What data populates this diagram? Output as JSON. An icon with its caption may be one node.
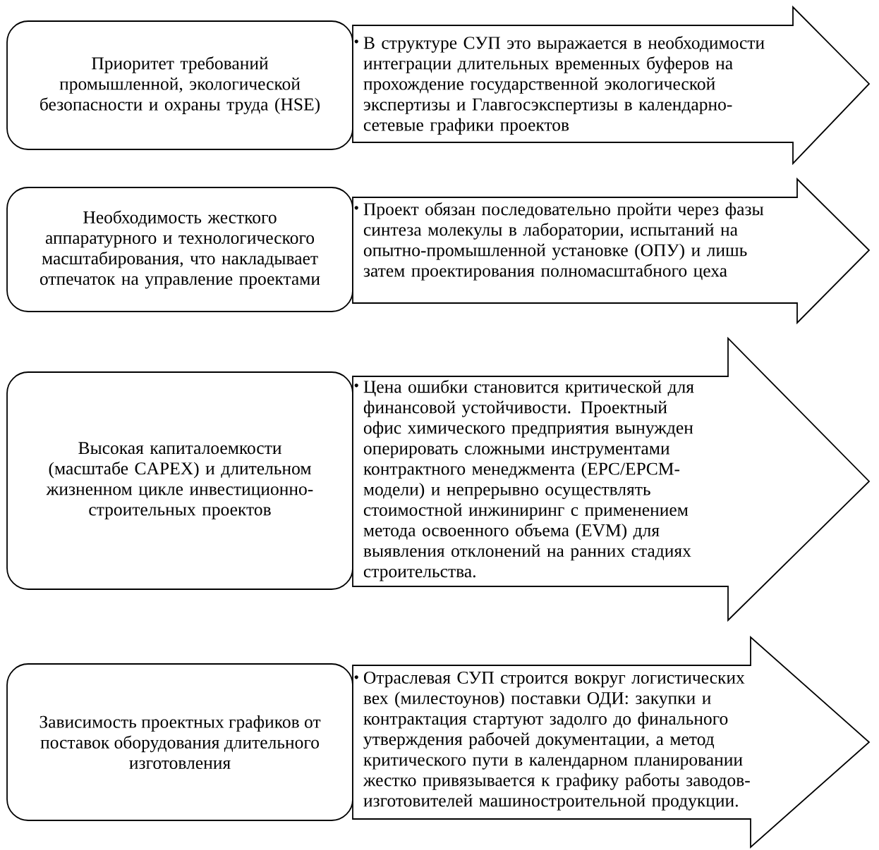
{
  "diagram": {
    "nodes": [
      {
        "text": [
          "Приоритет требований промышленной, экологической безопасности и охраны труда (HSE)"
        ]
      },
      {
        "text": [
          "В структуре СУП это выражается в необходимости интеграции длительных временных буферов на прохождение государственной экологической экспертизы и Главгосэкспертизы в календарно-сетевые графики проектов"
        ]
      },
      {
        "text": [
          "Необходимость жесткого аппаратурного и технологического масштабирования, что накладывает отпечаток на управление проектами"
        ]
      },
      {
        "text": [
          "Проект обязан последовательно пройти через фазы синтеза молекулы в лаборатории, испытаний на опытно-промышленной установке (ОПУ) и лишь затем проектирования полномасштабного цеха"
        ]
      },
      {
        "text": [
          "Высокая капиталоемкости (масштабе CAPEX) и длительном жизненном цикле инвестиционно-строительных проектов"
        ]
      },
      {
        "text": [
          "Цена ошибки становится критической для финансовой устойчивости. Проектный офис химического предприятия вынужден оперировать сложными инструментами контрактного менеджмента (EPC/EPCM-модели) и непрерывно осуществлять стоимостной инжиниринг с применением метода освоенного объема (EVM) для выявления отклонений на ранних стадиях строительства."
        ]
      },
      {
        "text": [
          "Зависимость проектных графиков от поставок оборудования длительного изготовления"
        ]
      },
      {
        "text": [
          "Отраслевая СУП строится вокруг логистических вех (милестоунов) поставки ОДИ: закупки и контрактация стартуют задолго до финального утверждения рабочей документации, а метод критического пути в календарном планировании жестко привязывается к графику работы заводов-изготовителей машиностроительной продукции."
        ]
      }
    ]
  }
}
